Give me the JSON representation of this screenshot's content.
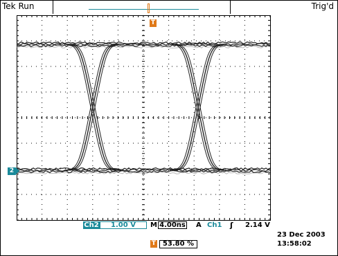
{
  "header": {
    "run_status": "Tek Run",
    "trigger_status": "Trig'd",
    "trigger_position_marker": "T"
  },
  "channel_marker": "2",
  "footer": {
    "channel_label": "Ch2",
    "channel_scale": "1.00 V",
    "timebase_prefix": "M",
    "timebase_value": "4.00ns",
    "trigger_mode": "A",
    "trigger_source": "Ch1",
    "trigger_slope_symbol": "ʃ",
    "trigger_level": "2.14 V",
    "trigger_position_icon": "T",
    "trigger_position_value": "53.80 %",
    "date": "23 Dec  2003",
    "time": "13:58:02"
  },
  "colors": {
    "channel": "#1a8a9a",
    "trigger": "#e07a1a",
    "trace": "#1a1a1a",
    "trace_shadow": "#9a9a9a",
    "grid": "#000000"
  },
  "icons": {
    "channel_marker": "channel-ground-marker-icon",
    "trigger_position": "trigger-position-icon"
  }
}
